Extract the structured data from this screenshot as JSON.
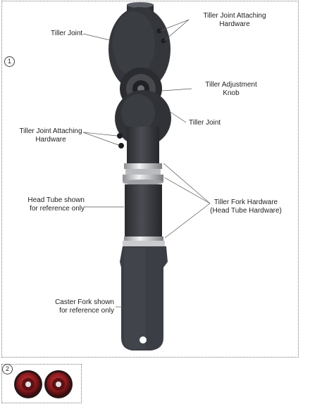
{
  "panels": [
    {
      "number": "1"
    },
    {
      "number": "2"
    }
  ],
  "callouts": {
    "tiller_joint_top": "Tiller Joint",
    "tiller_joint_attaching_hw_top": [
      "Tiller Joint Attaching",
      "Hardware"
    ],
    "tiller_adjustment_knob": [
      "Tiller Adjustment",
      "Knob"
    ],
    "tiller_joint_lower": "Tiller Joint",
    "tiller_joint_attaching_hw_left": [
      "Tiller Joint Attaching",
      "Hardware"
    ],
    "head_tube": [
      "Head Tube shown",
      "for reference only"
    ],
    "tiller_fork_hardware": [
      "Tiller Fork Hardware",
      "(Head Tube Hardware)"
    ],
    "caster_fork": [
      "Caster Fork shown",
      "for reference only"
    ]
  },
  "colors": {
    "part_dark": "#2f3136",
    "part_mid": "#45484e",
    "chrome": "#d9dadc",
    "knob_red": "#8a1a1e",
    "leader": "#555555"
  }
}
